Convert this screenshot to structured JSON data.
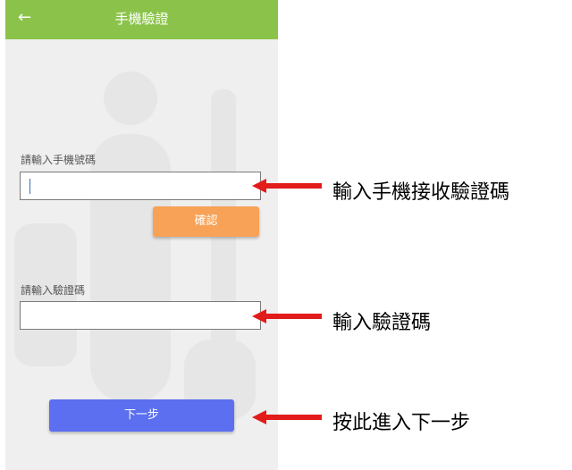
{
  "app_bar": {
    "back_icon": "←",
    "title": "手機驗證",
    "color": "#8bc34a"
  },
  "phone_section": {
    "label": "請輸入手機號碼",
    "input_value": "",
    "confirm_label": "確認",
    "confirm_color": "#f7a256"
  },
  "code_section": {
    "label": "請輸入驗證碼",
    "input_value": ""
  },
  "next_button": {
    "label": "下一步",
    "color": "#5b6ff0"
  },
  "annotations": {
    "phone": "輸入手機接收驗證碼",
    "code": "輸入驗證碼",
    "next": "按此進入下一步",
    "arrow_color": "#e21b1b"
  }
}
